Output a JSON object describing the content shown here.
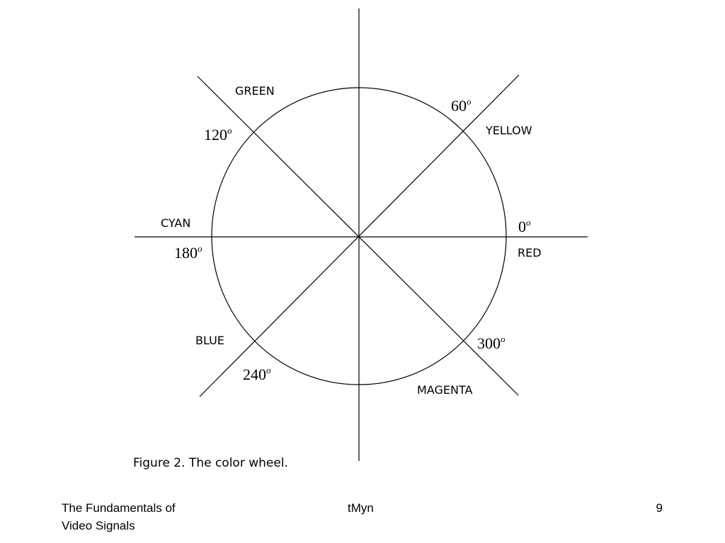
{
  "diagram": {
    "colors": [
      {
        "name": "RED",
        "angle": 0
      },
      {
        "name": "YELLOW",
        "angle": 60
      },
      {
        "name": "GREEN",
        "angle": 120
      },
      {
        "name": "CYAN",
        "angle": 180
      },
      {
        "name": "BLUE",
        "angle": 240
      },
      {
        "name": "MAGENTA",
        "angle": 300
      }
    ],
    "angles": [
      {
        "value": "0",
        "unit": "o"
      },
      {
        "value": "60",
        "unit": "o"
      },
      {
        "value": "120",
        "unit": "o"
      },
      {
        "value": "180",
        "unit": "o"
      },
      {
        "value": "240",
        "unit": "o"
      },
      {
        "value": "300",
        "unit": "o"
      }
    ]
  },
  "caption": "Figure 2. The color wheel.",
  "footer": {
    "left_line1": "The Fundamentals of",
    "left_line2": "Video Signals",
    "center": "tMyn",
    "page_number": "9"
  }
}
